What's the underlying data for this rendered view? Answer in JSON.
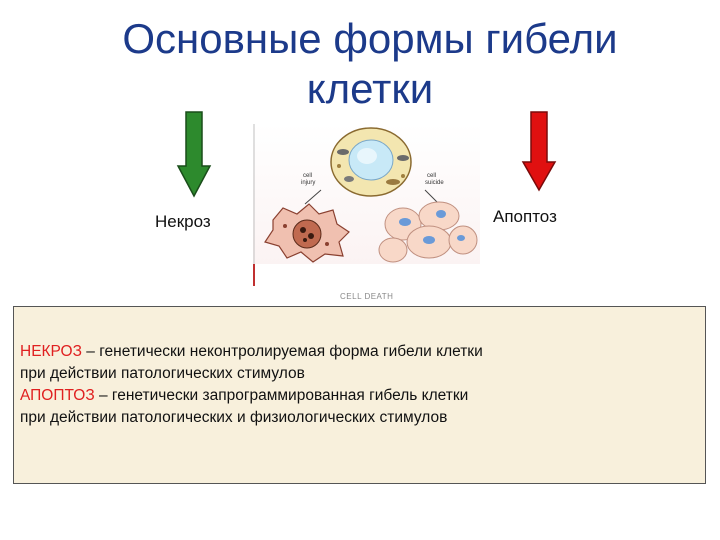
{
  "slide": {
    "title_line1": "Основные формы гибели",
    "title_line2": "клетки"
  },
  "arrows": {
    "necrosis_color": "#2d8a2d",
    "apoptosis_color": "#e01010"
  },
  "labels": {
    "necrosis": "Некроз",
    "apoptosis": "Апоптоз"
  },
  "figure": {
    "injury_label_1": "cell",
    "injury_label_2": "injury",
    "suicide_label_1": "cell",
    "suicide_label_2": "suicide",
    "caption": "CELL DEATH"
  },
  "definitions": {
    "necrosis_term": "НЕКРОЗ",
    "necrosis_text": " – генетически неконтролируемая форма гибели клетки",
    "necrosis_text_2": "при действии патологических стимулов",
    "apoptosis_term": "АПОПТОЗ",
    "apoptosis_text": " – генетически запрограммированная гибель клетки",
    "apoptosis_text_2": "при действии патологических и физиологических стимулов"
  }
}
